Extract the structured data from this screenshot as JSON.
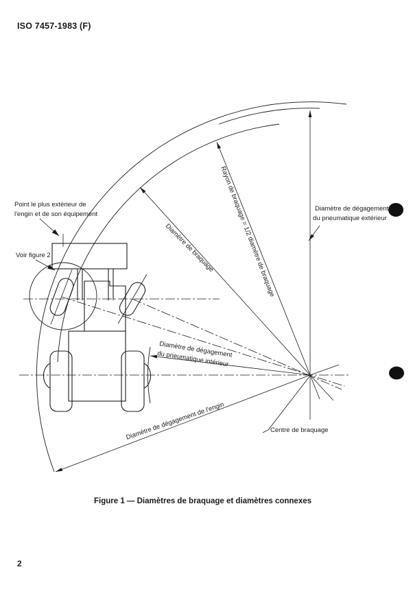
{
  "page": {
    "header": "ISO 7457-1983 (F)",
    "page_number": "2",
    "figure_caption": "Figure 1 — Diamètres de braquage et diamètres connexes"
  },
  "diagram": {
    "labels": {
      "outermost_point_line1": "Point le plus extérieur de",
      "outermost_point_line2": "l'engin et de son équipement",
      "see_figure_2": "Voir figure 2",
      "turning_diameter": "Diamètre de braquage",
      "turning_radius": "Rayon de braquage  =  1/2 diamètre de braquage",
      "outer_tyre_clearance_line1": "Diamètre de dégagement",
      "outer_tyre_clearance_line2": "du pneumatique extérieur",
      "inner_tyre_clearance_line1": "Diamètre de dégagement",
      "inner_tyre_clearance_line2": "du pneumatique intérieur",
      "machine_clearance": "Diamètre de dégagement de l'engin",
      "turning_centre": "Centre de braquage"
    },
    "colors": {
      "ink": "#1a1a1a",
      "background": "#ffffff"
    }
  }
}
